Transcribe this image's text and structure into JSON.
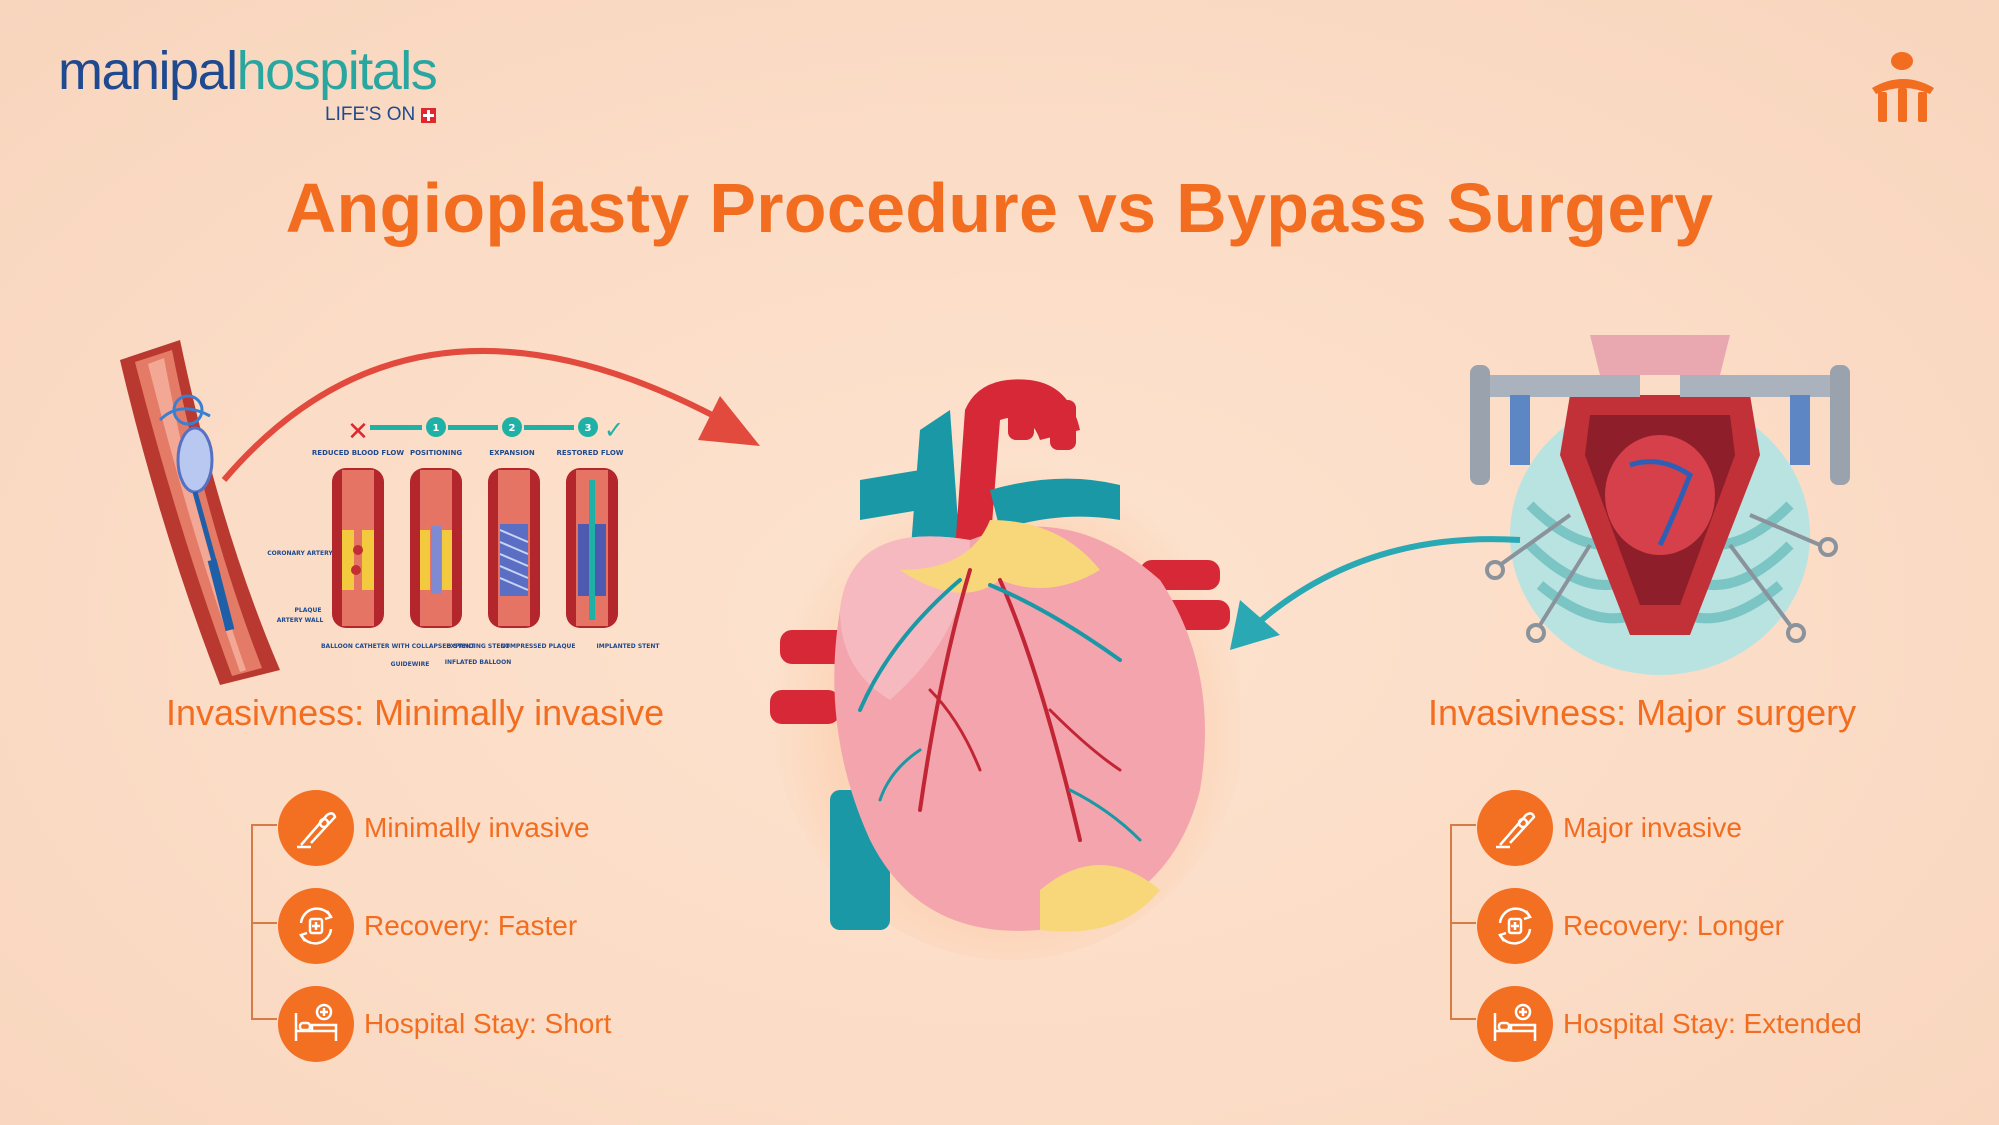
{
  "brand": {
    "logo_part1": "manipal",
    "logo_part2": "hospitals",
    "tagline": "LIFE'S ON"
  },
  "title": "Angioplasty Procedure vs Bypass Surgery",
  "colors": {
    "accent": "#f26d1f",
    "background": "#fbdcc6",
    "logo_blue": "#1f4a8f",
    "logo_teal": "#2aa6a1",
    "arrow_red": "#e14a3c",
    "arrow_teal": "#2aa8b3"
  },
  "diagram_labels": {
    "step1": "REDUCED BLOOD FLOW",
    "step2": "POSITIONING",
    "step3": "EXPANSION",
    "step4": "RESTORED FLOW",
    "coronary_artery": "CORONARY ARTERY",
    "plaque": "PLAQUE",
    "artery_wall": "ARTERY WALL",
    "balloon_catheter": "BALLOON CATHETER WITH COLLAPSED STENT",
    "guidewire": "GUIDEWIRE",
    "expanding_stent": "EXPANDING STENT",
    "inflated_balloon": "INFLATED BALLOON",
    "compressed_plaque": "COMPRESSED PLAQUE",
    "implanted_stent": "IMPLANTED STENT"
  },
  "angioplasty": {
    "heading": "Invasivness: Minimally invasive",
    "items": [
      {
        "icon": "scalpel-icon",
        "label": "Minimally invasive"
      },
      {
        "icon": "recovery-cycle-icon",
        "label": "Recovery: Faster"
      },
      {
        "icon": "hospital-bed-icon",
        "label": "Hospital Stay: Short"
      }
    ]
  },
  "bypass": {
    "heading": "Invasivness: Major surgery",
    "items": [
      {
        "icon": "scalpel-icon",
        "label": "Major invasive"
      },
      {
        "icon": "recovery-cycle-icon",
        "label": "Recovery: Longer"
      },
      {
        "icon": "hospital-bed-icon",
        "label": "Hospital Stay: Extended"
      }
    ]
  }
}
